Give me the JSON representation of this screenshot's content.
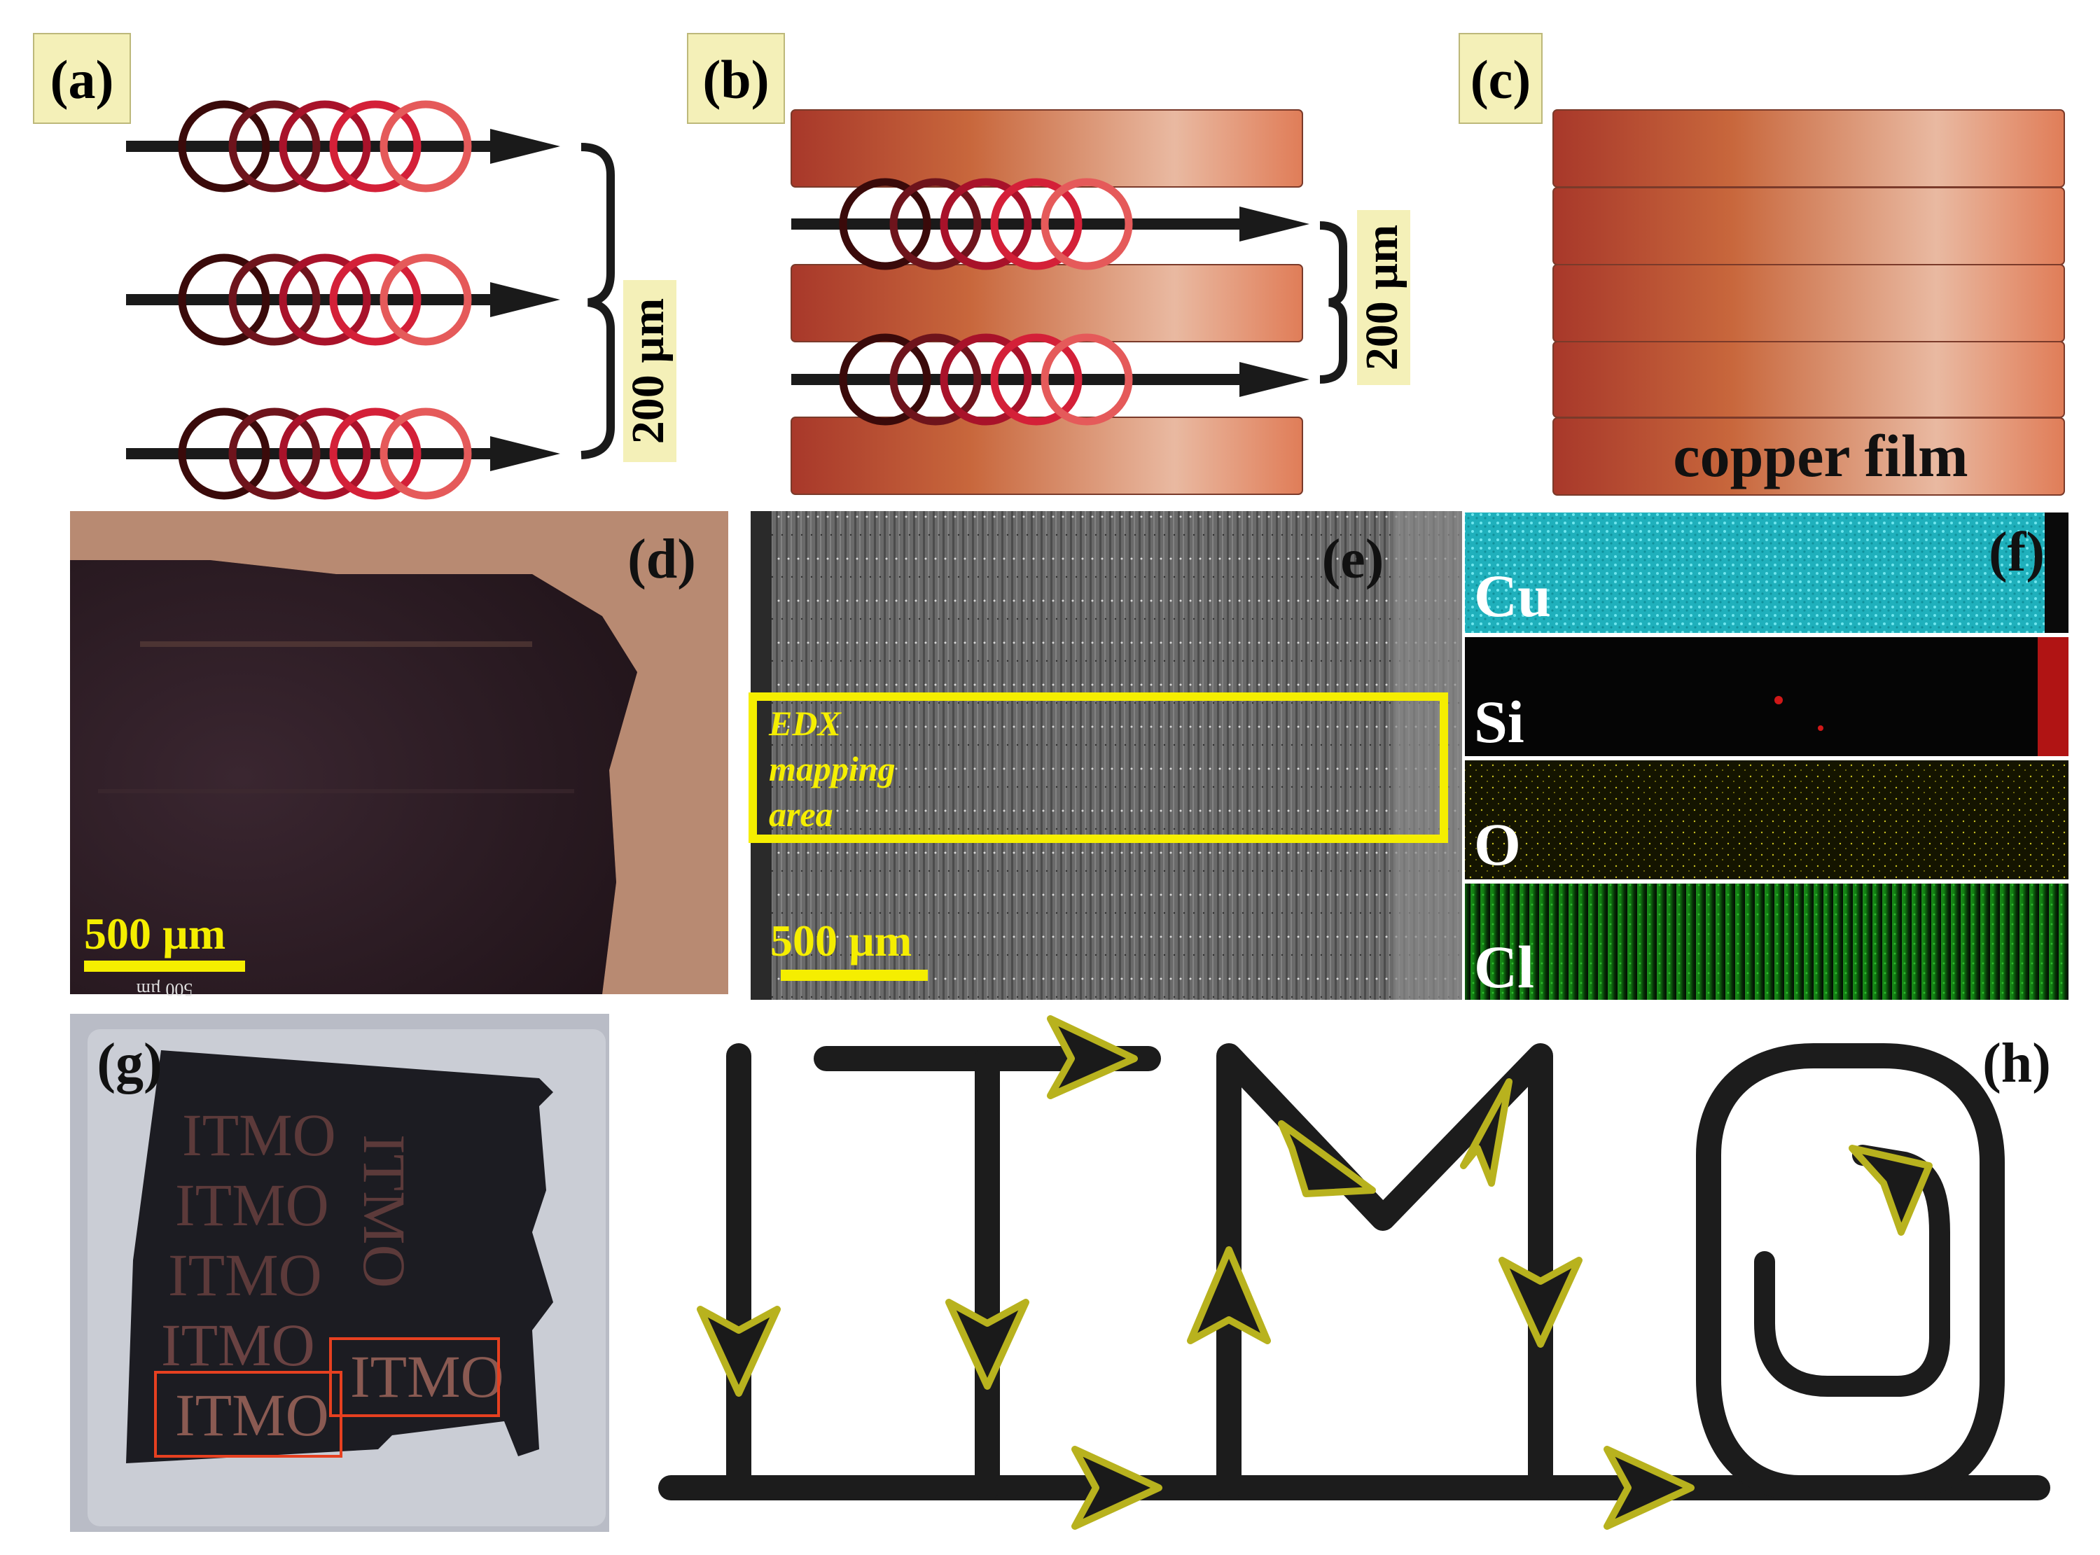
{
  "panels": {
    "a": {
      "label": "(a)",
      "scale": "200 µm"
    },
    "b": {
      "label": "(b)",
      "scale": "200 µm"
    },
    "c": {
      "label": "(c)",
      "caption": "copper film"
    },
    "d": {
      "label": "(d)",
      "scale": "500 µm",
      "mirror_text": "500 µm"
    },
    "e": {
      "label": "(e)",
      "scale": "500 µm",
      "area_line1": "EDX",
      "area_line2": "mapping",
      "area_line3": "area"
    },
    "f": {
      "label": "(f)",
      "maps": [
        "Cu",
        "Si",
        "O",
        "Cl"
      ]
    },
    "g": {
      "label": "(g)",
      "engraved": "ITMO"
    },
    "h": {
      "label": "(h)"
    }
  },
  "colors": {
    "label_bg": "#f4f0b8",
    "copper_dark": "#a8382a",
    "copper_mid": "#c8673c",
    "copper_light": "#e9b9a1",
    "copper_end": "#e07d58",
    "ring_colors": [
      "#3a0a0a",
      "#6e141c",
      "#a8122a",
      "#d42038",
      "#e55a5a"
    ],
    "yellow": "#f5ee00",
    "arrow_fill": "#1a1a1a",
    "arrow_outline": "#b8b21e",
    "cu_map": "#28c8d0",
    "si_map": "#d01818",
    "o_map": "#c8c020",
    "cl_map": "#20b020",
    "highlight_box": "#e64020"
  }
}
